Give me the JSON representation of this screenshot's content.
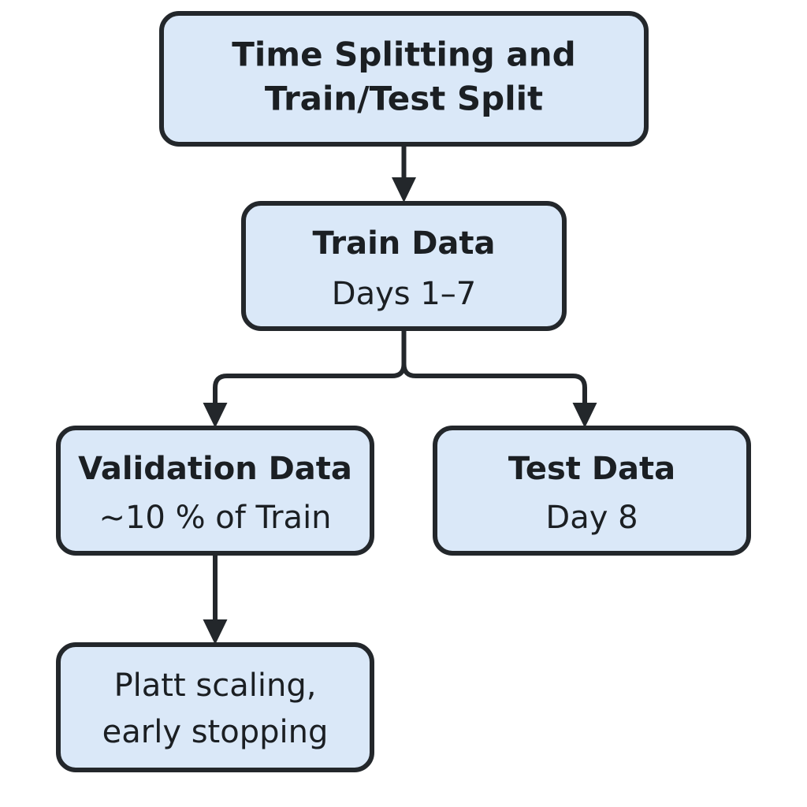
{
  "diagram": {
    "title": "Time Splitting and Train/Test Split",
    "type": "flowchart",
    "background_color": "#ffffff",
    "node_fill_color": "#dae8f8",
    "node_border_color": "#23272b",
    "connector_color": "#23272b",
    "nodes": [
      {
        "id": "root",
        "name": "time-splitting-node",
        "primary": "Time Splitting and",
        "secondary": "Train/Test Split",
        "primary_weight": "bold",
        "secondary_weight": "bold"
      },
      {
        "id": "train",
        "name": "train-data-node",
        "primary": "Train Data",
        "secondary": "Days 1–7",
        "primary_weight": "bold",
        "secondary_weight": "regular"
      },
      {
        "id": "validation",
        "name": "validation-data-node",
        "primary": "Validation Data",
        "secondary": "~10 % of Train",
        "primary_weight": "bold",
        "secondary_weight": "regular"
      },
      {
        "id": "test",
        "name": "test-data-node",
        "primary": "Test Data",
        "secondary": "Day 8",
        "primary_weight": "bold",
        "secondary_weight": "regular"
      },
      {
        "id": "calibration",
        "name": "calibration-node",
        "primary": "Platt scaling,",
        "secondary": "early stopping",
        "primary_weight": "regular",
        "secondary_weight": "regular"
      }
    ],
    "edges": [
      {
        "name": "edge-root-to-train",
        "from": "root",
        "to": "train"
      },
      {
        "name": "edge-train-to-validation",
        "from": "train",
        "to": "validation"
      },
      {
        "name": "edge-train-to-test",
        "from": "train",
        "to": "test"
      },
      {
        "name": "edge-validation-to-calibration",
        "from": "validation",
        "to": "calibration"
      }
    ]
  }
}
